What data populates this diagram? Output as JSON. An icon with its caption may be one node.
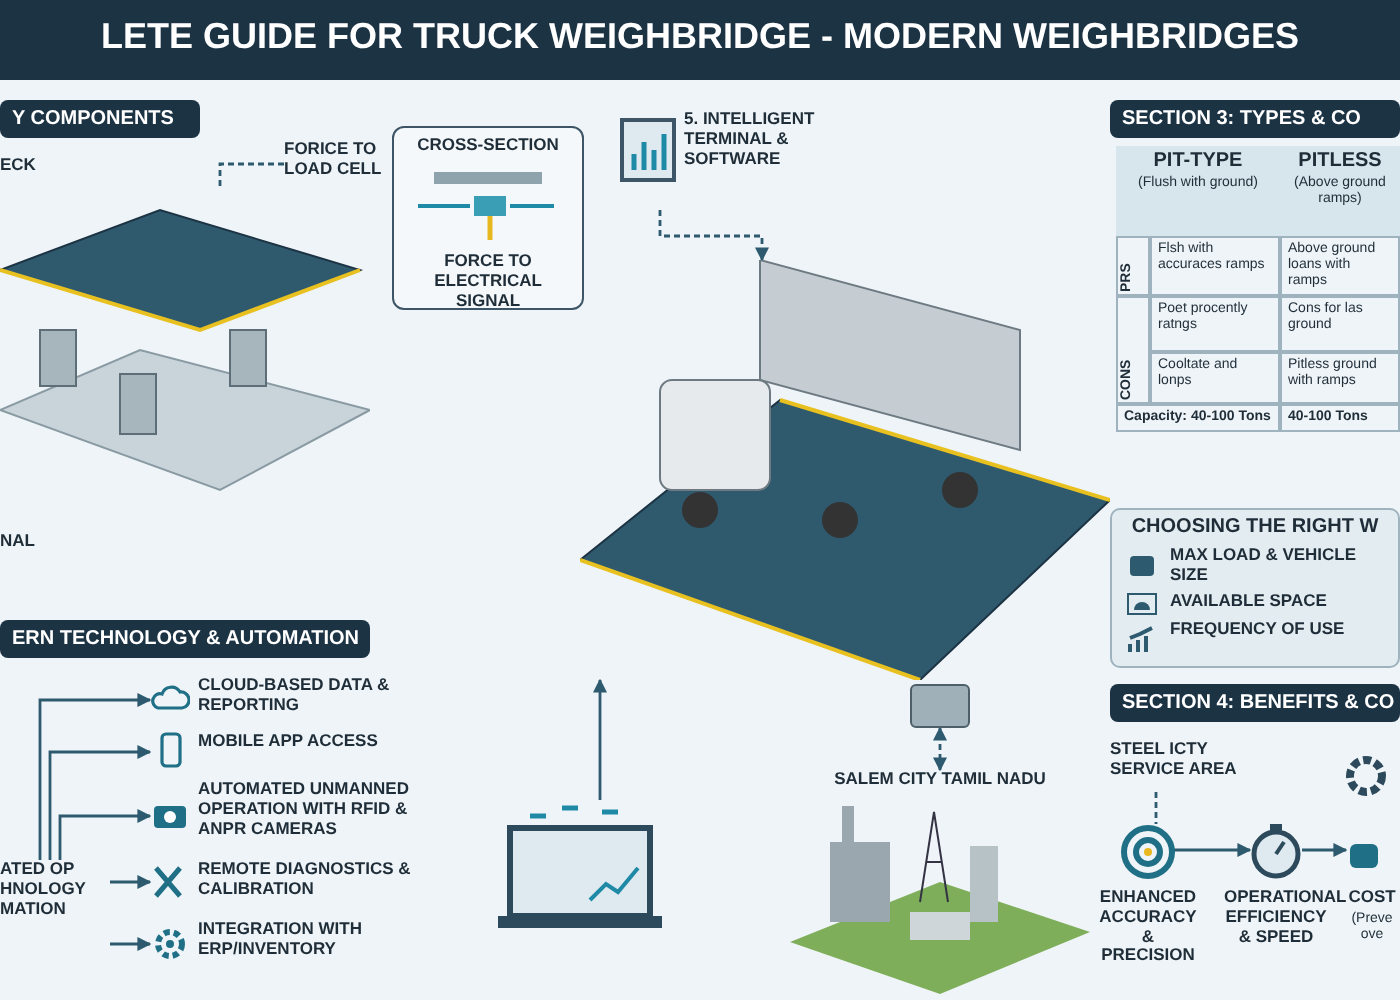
{
  "diagram": {
    "title": "LETE GUIDE FOR TRUCK WEIGHBRIDGE - MODERN WEIGHBRIDGES",
    "nodes": [
      {
        "text": [
          "FORICE TO LOAD CELL"
        ]
      },
      {
        "text": [],
        "shape": "picture"
      },
      {
        "text": [
          "CROSS-SECTION",
          "FORCE TO ELECTRICAL SIGNAL"
        ]
      },
      {
        "text": [
          "5. INTELLIGENT TERMINAL & SOFTWARE"
        ]
      },
      {
        "text": [],
        "shape": "picture"
      },
      {
        "text": [
          "CLOUD-BASED DATA & REPORTING"
        ]
      },
      {
        "text": [
          "MOBILE APP ACCESS"
        ]
      },
      {
        "text": [
          "AUTOMATED UNMANNED OPERATION WITH RFID & ANPR CAMERAS"
        ]
      },
      {
        "text": [
          "REMOTE DIAGNOSTICS & CALIBRATION"
        ]
      },
      {
        "text": [
          "INTEGRATION WITH ERP/INVENTORY"
        ]
      },
      {
        "text": [
          "ATED OP HNOLOGY MATION"
        ]
      },
      {
        "text": [],
        "shape": "picture"
      },
      {
        "text": [
          "SALEM CITY TAMIL NADU"
        ]
      },
      {
        "text": [],
        "shape": "box"
      },
      {
        "text": [
          "STEEL ICTY SERVICE AREA"
        ]
      },
      {
        "text": [
          "ENHANCED ACCURACY & PRECISION"
        ]
      },
      {
        "text": [
          "OPERATIONAL EFFICIENCY & SPEED"
        ]
      },
      {
        "text": [
          "COST",
          "(Preve ove"
        ]
      }
    ],
    "edges": [
      {
        "from": 0,
        "to": 1,
        "arrow": "none",
        "style": "dashed"
      },
      {
        "from": 3,
        "to": 4,
        "arrow": "to",
        "style": "dashed"
      },
      {
        "from": 10,
        "to": 5,
        "arrow": "to"
      },
      {
        "from": 10,
        "to": 6,
        "arrow": "to"
      },
      {
        "from": 10,
        "to": 7,
        "arrow": "to"
      },
      {
        "from": 10,
        "to": 8,
        "arrow": "to"
      },
      {
        "from": 10,
        "to": 9,
        "arrow": "to"
      },
      {
        "from": 11,
        "to": 4,
        "arrow": "to"
      },
      {
        "from": 12,
        "to": 13,
        "arrow": "both",
        "style": "dashed"
      },
      {
        "from": 14,
        "to": 15,
        "arrow": "none",
        "style": "dashed"
      },
      {
        "from": 15,
        "to": 16,
        "arrow": "to"
      },
      {
        "from": 16,
        "to": 17,
        "arrow": "to"
      }
    ],
    "labels": [
      "Y COMPONENTS",
      "ECK",
      "NAL",
      "ERN TECHNOLOGY & AUTOMATION",
      "SECTION 3: TYPES & CO",
      "PIT-TYPE",
      "(Flush with ground)",
      "PITLESS",
      "(Above ground ramps)",
      "PRS",
      "Flsh with accuraces ramps",
      "Above ground loans with ramps",
      "CONS",
      "Poet procently ratngs",
      "Cons for las ground",
      "Cooltate and lonps",
      "Pitless ground with ramps",
      "Capacity: 40-100 Tons",
      "40-100 Tons",
      "CHOOSING THE RIGHT W",
      "MAX LOAD & VEHICLE SIZE",
      "AVAILABLE SPACE",
      "FREQUENCY OF USE",
      "SECTION 4: BENEFITS & CO"
    ]
  }
}
